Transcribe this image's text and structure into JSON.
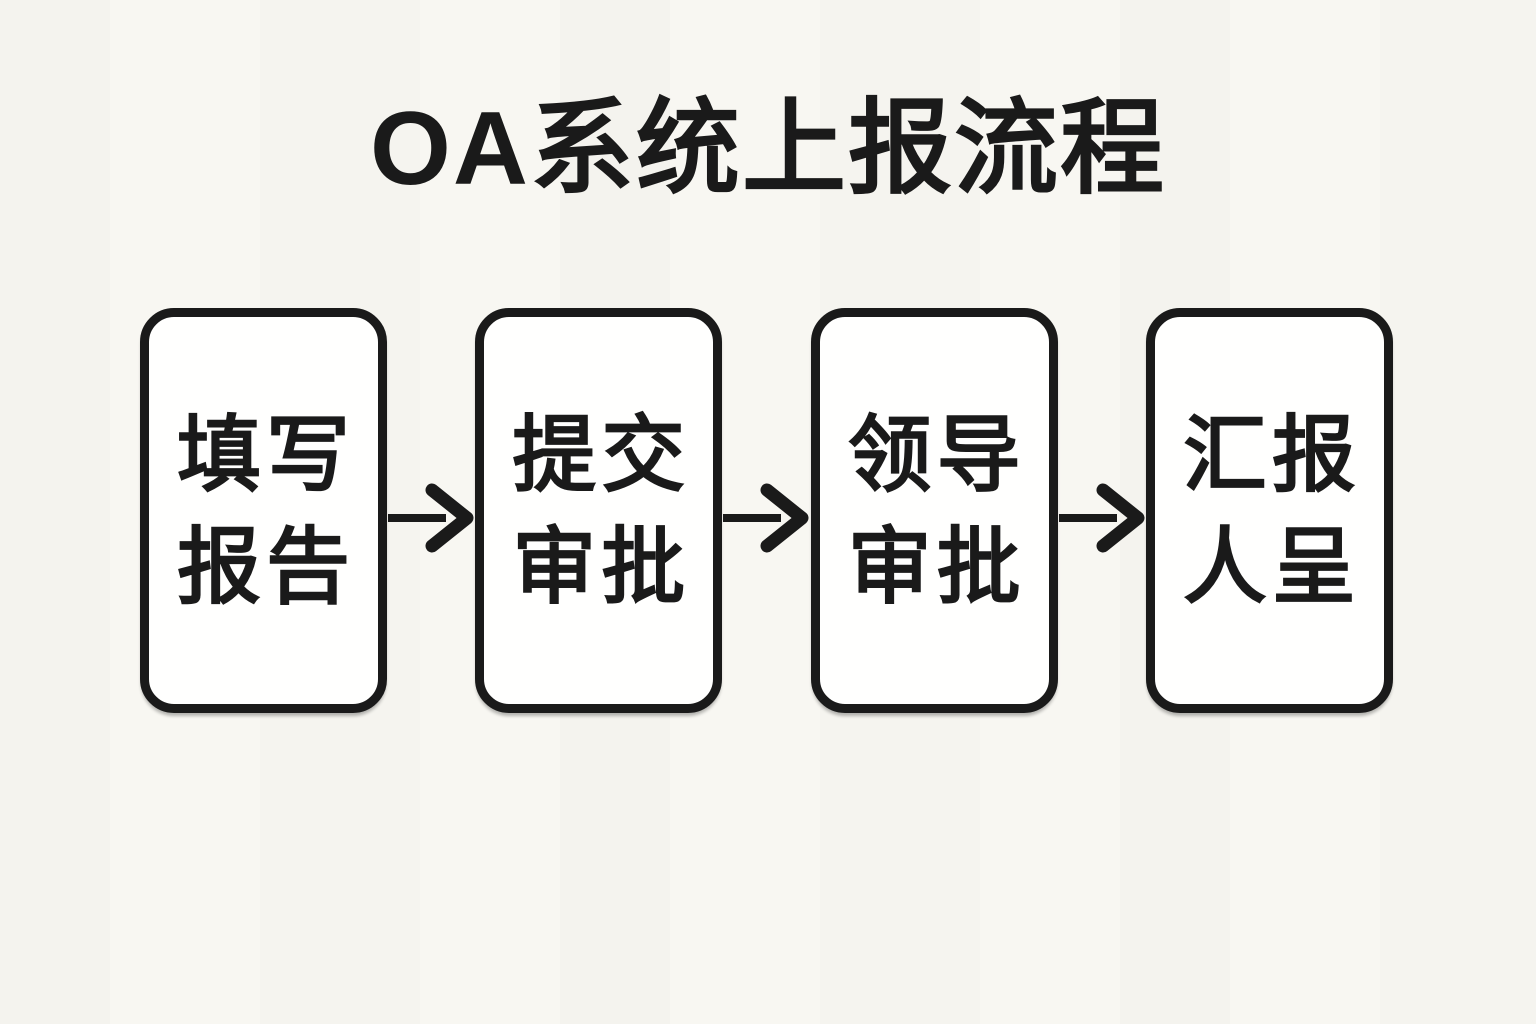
{
  "title": "OA系统上报流程",
  "flow": {
    "steps": [
      {
        "id": "fill-report",
        "line1": "填写",
        "line2": "报告"
      },
      {
        "id": "submit-approval",
        "line1": "提交",
        "line2": "审批"
      },
      {
        "id": "leader-approval",
        "line1": "领导",
        "line2": "审批"
      },
      {
        "id": "report-present",
        "line1": "汇报",
        "line2": "人呈"
      }
    ],
    "connector_icon": "arrow-right-icon"
  },
  "colors": {
    "background": "#f8f7f2",
    "box_fill": "#fffffe",
    "line": "#1a1a1a",
    "text": "#1a1a1a"
  }
}
